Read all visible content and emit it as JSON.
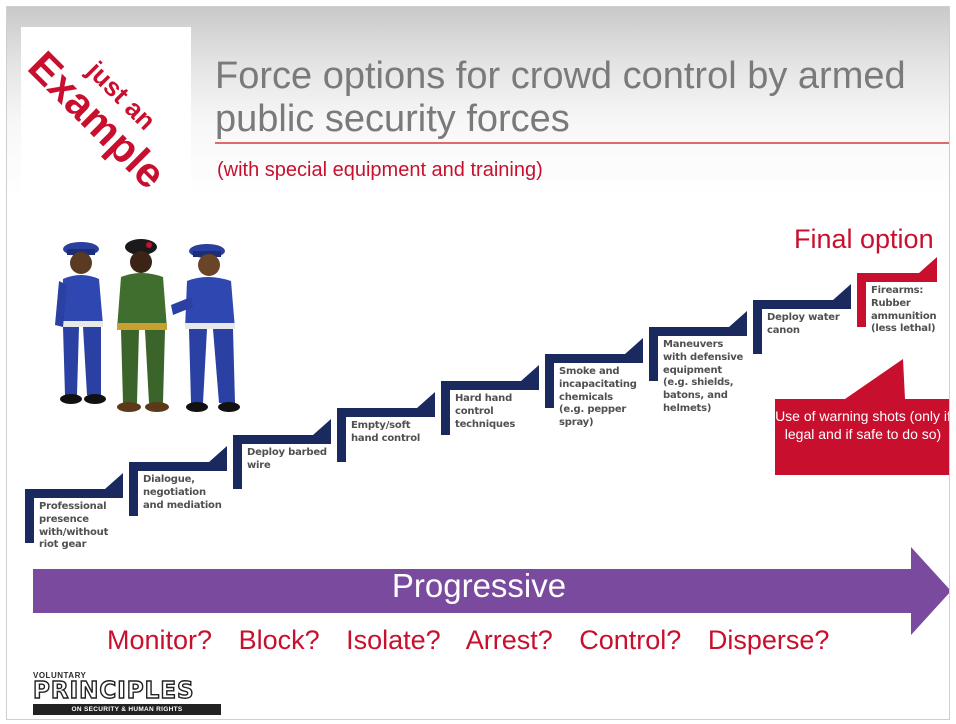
{
  "badge": {
    "line1": "just an",
    "line2": "Example"
  },
  "title": "Force options for crowd control by armed public security forces",
  "subtitle": "(with special equipment and training)",
  "final_option": "Final option",
  "steps": [
    {
      "label": "Professional presence with/without riot gear"
    },
    {
      "label": "Dialogue, negotiation and mediation"
    },
    {
      "label": "Deploy barbed wire"
    },
    {
      "label": "Empty/soft hand control"
    },
    {
      "label": "Hard hand control techniques"
    },
    {
      "label": "Smoke and incapacitating chemicals (e.g. pepper spray)"
    },
    {
      "label": "Maneuvers with defensive equipment (e.g. shields, batons, and helmets)"
    },
    {
      "label": "Deploy water canon"
    },
    {
      "label": "Firearms: Rubber ammunition (less lethal)"
    }
  ],
  "callout": "Use of warning shots (only if legal and if safe to do so)",
  "progress_label": "Progressive",
  "questions": [
    "Monitor?",
    "Block?",
    "Isolate?",
    "Arrest?",
    "Control?",
    "Disperse?"
  ],
  "logo": {
    "top": "VOLUNTARY",
    "main": "PRINCIPLES",
    "bar": "ON SECURITY & HUMAN RIGHTS"
  },
  "colors": {
    "accent_red": "#c8102e",
    "step_navy": "#1a2a5e",
    "arrow_purple": "#7a4a9e",
    "title_gray": "#7a7a7a"
  }
}
